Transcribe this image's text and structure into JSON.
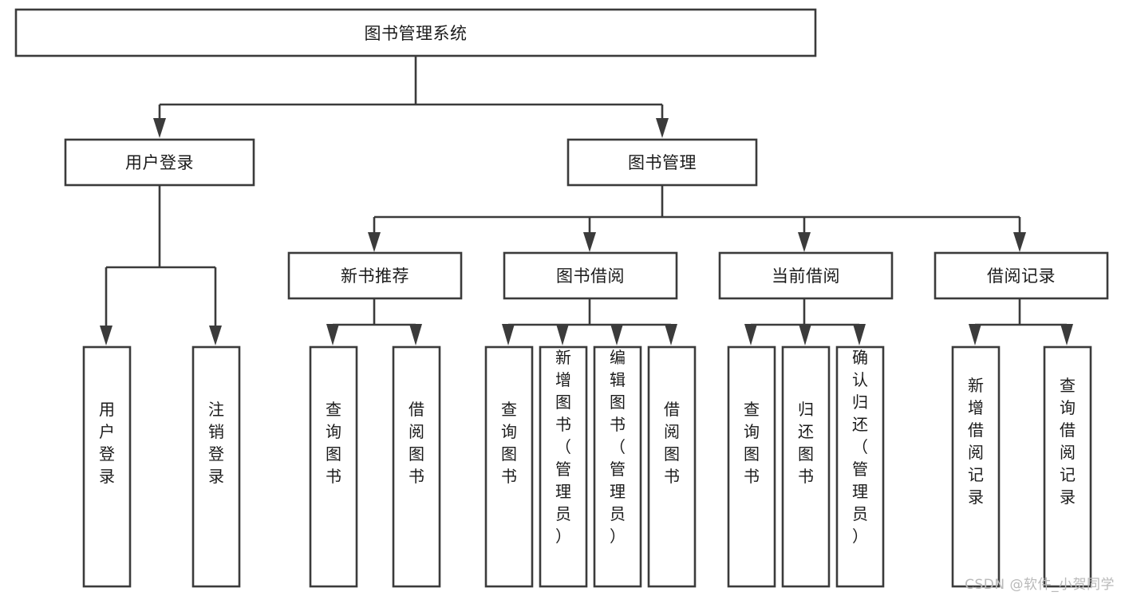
{
  "diagram": {
    "title": "图书管理系统",
    "type": "tree-hierarchy-chart",
    "colors": {
      "box_stroke": "#3b3b3b",
      "box_fill": "#ffffff",
      "text": "#1b1b1b",
      "background": "#ffffff",
      "watermark": "#b9b9b9"
    },
    "root": {
      "id": "root",
      "label": "图书管理系统",
      "orientation": "horizontal"
    },
    "level2": [
      {
        "id": "user-login",
        "label": "用户登录",
        "orientation": "horizontal"
      },
      {
        "id": "book-management",
        "label": "图书管理",
        "orientation": "horizontal"
      }
    ],
    "level3": [
      {
        "id": "new-book-recommend",
        "label": "新书推荐",
        "orientation": "horizontal",
        "parent": "book-management"
      },
      {
        "id": "book-borrow",
        "label": "图书借阅",
        "orientation": "horizontal",
        "parent": "book-management"
      },
      {
        "id": "current-borrow",
        "label": "当前借阅",
        "orientation": "horizontal",
        "parent": "book-management"
      },
      {
        "id": "borrow-record",
        "label": "借阅记录",
        "orientation": "horizontal",
        "parent": "book-management"
      }
    ],
    "leaves": [
      {
        "id": "leaf-user-login",
        "label": "用户登录",
        "orientation": "vertical",
        "parent": "user-login"
      },
      {
        "id": "leaf-user-logout",
        "label": "注销登录",
        "orientation": "vertical",
        "parent": "user-login"
      },
      {
        "id": "leaf-query-book-1",
        "label": "查询图书",
        "orientation": "vertical",
        "parent": "new-book-recommend"
      },
      {
        "id": "leaf-borrow-book-1",
        "label": "借阅图书",
        "orientation": "vertical",
        "parent": "new-book-recommend"
      },
      {
        "id": "leaf-query-book-2",
        "label": "查询图书",
        "orientation": "vertical",
        "parent": "book-borrow"
      },
      {
        "id": "leaf-add-book",
        "label": "新增图书（管理员）",
        "orientation": "vertical",
        "parent": "book-borrow"
      },
      {
        "id": "leaf-edit-book",
        "label": "编辑图书（管理员）",
        "orientation": "vertical",
        "parent": "book-borrow"
      },
      {
        "id": "leaf-borrow-book-2",
        "label": "借阅图书",
        "orientation": "vertical",
        "parent": "book-borrow"
      },
      {
        "id": "leaf-query-book-3",
        "label": "查询图书",
        "orientation": "vertical",
        "parent": "current-borrow"
      },
      {
        "id": "leaf-return-book",
        "label": "归还图书",
        "orientation": "vertical",
        "parent": "current-borrow"
      },
      {
        "id": "leaf-confirm-return",
        "label": "确认归还（管理员）",
        "orientation": "vertical",
        "parent": "current-borrow"
      },
      {
        "id": "leaf-add-record",
        "label": "新增借阅记录",
        "orientation": "vertical",
        "parent": "borrow-record"
      },
      {
        "id": "leaf-query-record",
        "label": "查询借阅记录",
        "orientation": "vertical",
        "parent": "borrow-record"
      }
    ],
    "watermark": "CSDN @软件_小贺同学"
  }
}
